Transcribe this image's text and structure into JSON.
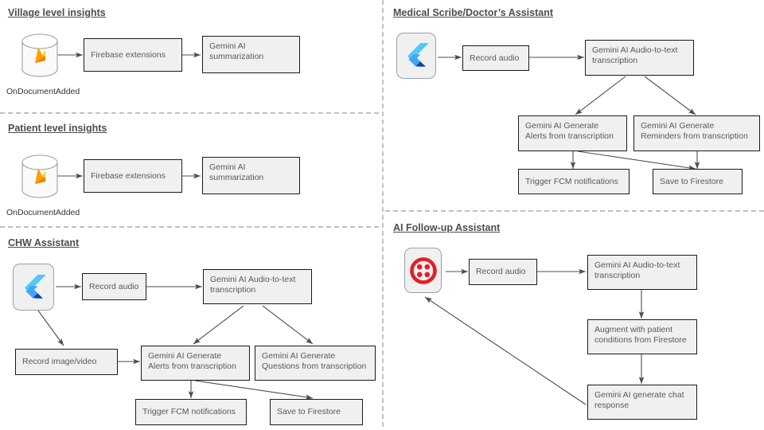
{
  "diagram": {
    "title": "AI healthcare assistant architecture flows",
    "background": "#ffffff",
    "node_fill": "#f0f0f0",
    "node_stroke": "#1a1a1a",
    "node_text_color": "#595959",
    "heading_color": "#4d4d4d",
    "arrow_color": "#4d4d4d",
    "divider_color": "#9e9e9e"
  },
  "sections": [
    {
      "id": "village-level-insights",
      "title": "Village level insights",
      "nodes": [
        {
          "id": "firebase-extensions-1",
          "label": "Firebase extensions"
        },
        {
          "id": "gemini-summarization-1",
          "label": "Gemini AI\nsummarization"
        }
      ],
      "icons": [
        {
          "id": "firestore-cylinder-1",
          "name": "firestore-database-icon",
          "caption": "OnDocumentAdded"
        }
      ]
    },
    {
      "id": "patient-level-insights",
      "title": "Patient level insights",
      "nodes": [
        {
          "id": "firebase-extensions-2",
          "label": "Firebase extensions"
        },
        {
          "id": "gemini-summarization-2",
          "label": "Gemini AI\nsummarization"
        }
      ],
      "icons": [
        {
          "id": "firestore-cylinder-2",
          "name": "firestore-database-icon",
          "caption": "OnDocumentAdded"
        }
      ]
    },
    {
      "id": "chw-assistant",
      "title": "CHW Assistant",
      "nodes": [
        {
          "id": "chw-record-audio",
          "label": "Record audio"
        },
        {
          "id": "chw-transcription",
          "label": "Gemini AI Audio-to-text\ntranscription"
        },
        {
          "id": "chw-record-image-video",
          "label": "Record image/video"
        },
        {
          "id": "chw-generate-alerts",
          "label": "Gemini AI Generate\nAlerts from transcription"
        },
        {
          "id": "chw-generate-questions",
          "label": "Gemini AI Generate\nQuestions from transcription"
        },
        {
          "id": "chw-trigger-fcm",
          "label": "Trigger FCM notifications"
        },
        {
          "id": "chw-save-firestore",
          "label": "Save to Firestore"
        }
      ],
      "icons": [
        {
          "id": "chw-flutter-logo",
          "name": "flutter-logo-icon"
        }
      ]
    },
    {
      "id": "medical-scribe-doctors-assistant",
      "title": "Medical Scribe/Doctor’s Assistant",
      "nodes": [
        {
          "id": "scribe-record-audio",
          "label": "Record audio"
        },
        {
          "id": "scribe-transcription",
          "label": "Gemini AI Audio-to-text\ntranscription"
        },
        {
          "id": "scribe-generate-alerts",
          "label": "Gemini AI Generate\nAlerts from transcription"
        },
        {
          "id": "scribe-generate-reminders",
          "label": "Gemini AI Generate\nReminders from transcription"
        },
        {
          "id": "scribe-trigger-fcm",
          "label": "Trigger FCM notifications"
        },
        {
          "id": "scribe-save-firestore",
          "label": "Save to Firestore"
        }
      ],
      "icons": [
        {
          "id": "scribe-flutter-logo",
          "name": "flutter-logo-icon"
        }
      ]
    },
    {
      "id": "ai-follow-up-assistant",
      "title": "AI Follow-up Assistant",
      "nodes": [
        {
          "id": "followup-record-audio",
          "label": "Record audio"
        },
        {
          "id": "followup-transcription",
          "label": "Gemini AI Audio-to-text\ntranscription"
        },
        {
          "id": "followup-augment",
          "label": "Augment with patient\nconditions from Firestore"
        },
        {
          "id": "followup-chat-response",
          "label": "Gemini AI generate chat\nresponse"
        }
      ],
      "icons": [
        {
          "id": "followup-twilio-logo",
          "name": "twilio-logo-icon"
        }
      ]
    }
  ]
}
